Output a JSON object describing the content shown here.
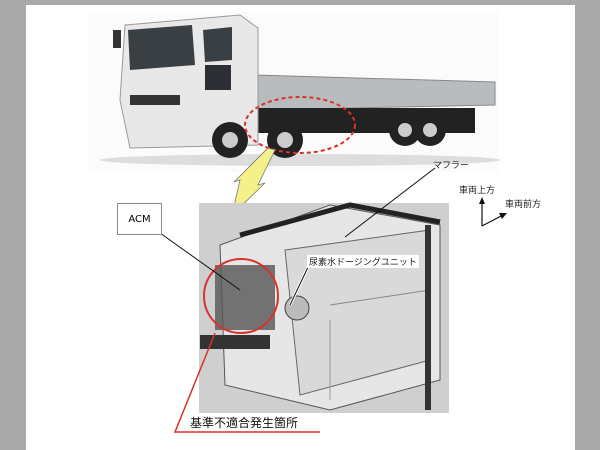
{
  "labels": {
    "muffler": "マフラー",
    "vehicle_up": "車両上方",
    "vehicle_forward": "車両前方",
    "acm": "ACM",
    "urea_dosing_unit": "尿素水ドージングユニット",
    "nonconformity_location": "基準不適合発生箇所"
  },
  "colors": {
    "highlight_red": "#d8322a",
    "arrow_yellow": "#f4f08a",
    "frame_gray": "#a9a9a9"
  }
}
